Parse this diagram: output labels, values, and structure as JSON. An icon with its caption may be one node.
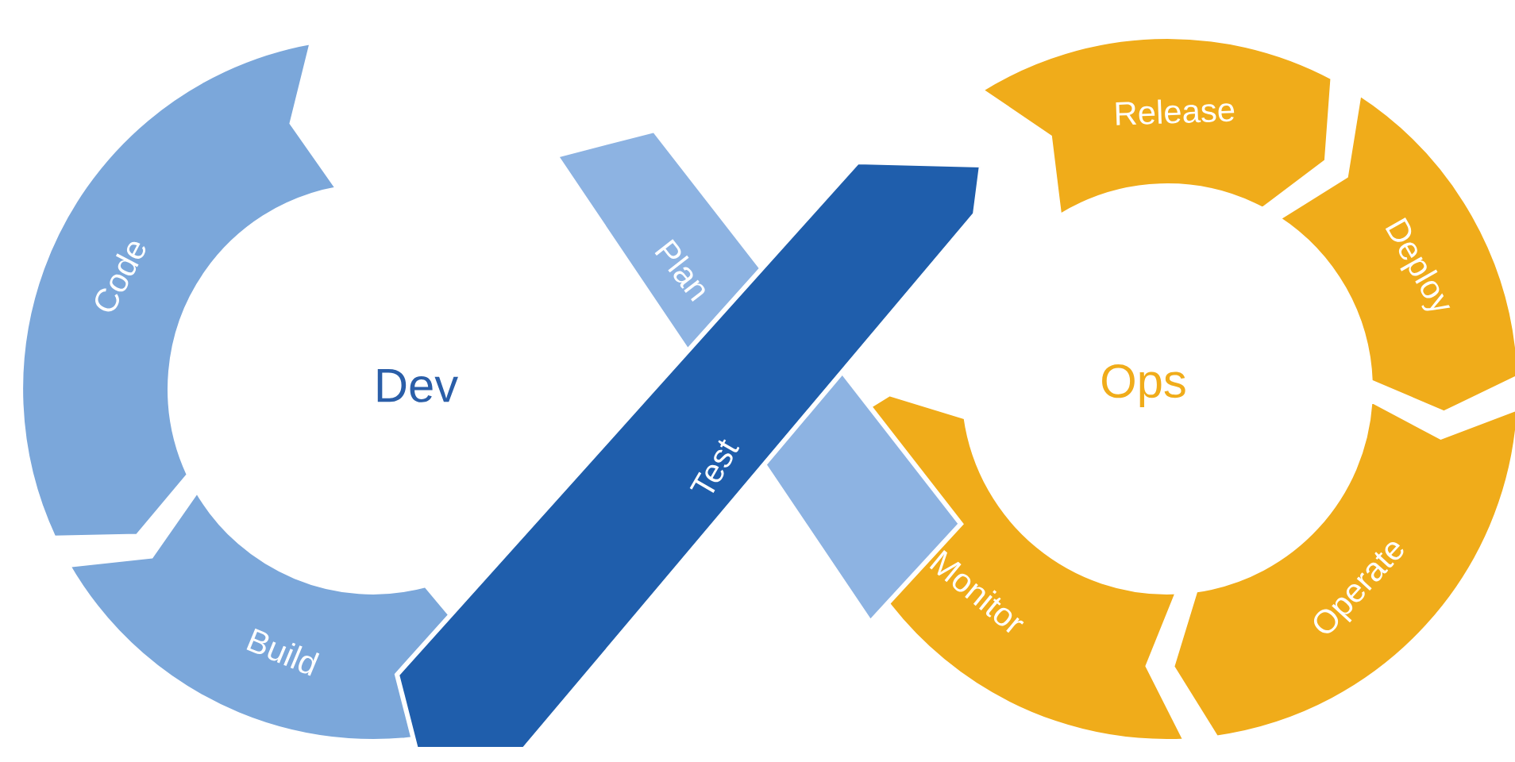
{
  "diagram": {
    "nodes": [
      {
        "text": [
          "Plan"
        ]
      },
      {
        "text": [
          "Code"
        ]
      },
      {
        "text": [
          "Build"
        ]
      },
      {
        "text": [
          "Test"
        ]
      },
      {
        "text": [
          "Release"
        ]
      },
      {
        "text": [
          "Deploy"
        ]
      },
      {
        "text": [
          "Operate"
        ]
      },
      {
        "text": [
          "Monitor"
        ]
      }
    ],
    "labels": [
      "Dev",
      "Ops"
    ]
  }
}
